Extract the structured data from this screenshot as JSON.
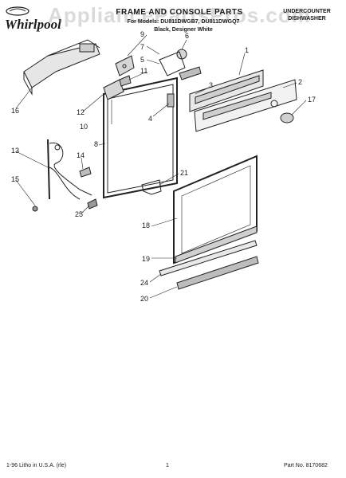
{
  "header": {
    "brand": "Whirlpool",
    "title": "FRAME AND CONSOLE PARTS",
    "for_models": "For Models: DU811DWGB7, DU811DWGQ7",
    "color": "Black, Designer White",
    "product_type_line1": "UNDERCOUNTER",
    "product_type_line2": "DISHWASHER"
  },
  "watermark": "AppliancePartsPros.com",
  "callouts": [
    "1",
    "2",
    "3",
    "4",
    "5",
    "6",
    "7",
    "8",
    "9",
    "10",
    "11",
    "12",
    "13",
    "14",
    "15",
    "16",
    "17",
    "18",
    "19",
    "20",
    "21",
    "24",
    "25"
  ],
  "footer": {
    "left": "1-96 Litho in U.S.A. (rle)",
    "page": "1",
    "part_no": "Part No. 8170682"
  }
}
